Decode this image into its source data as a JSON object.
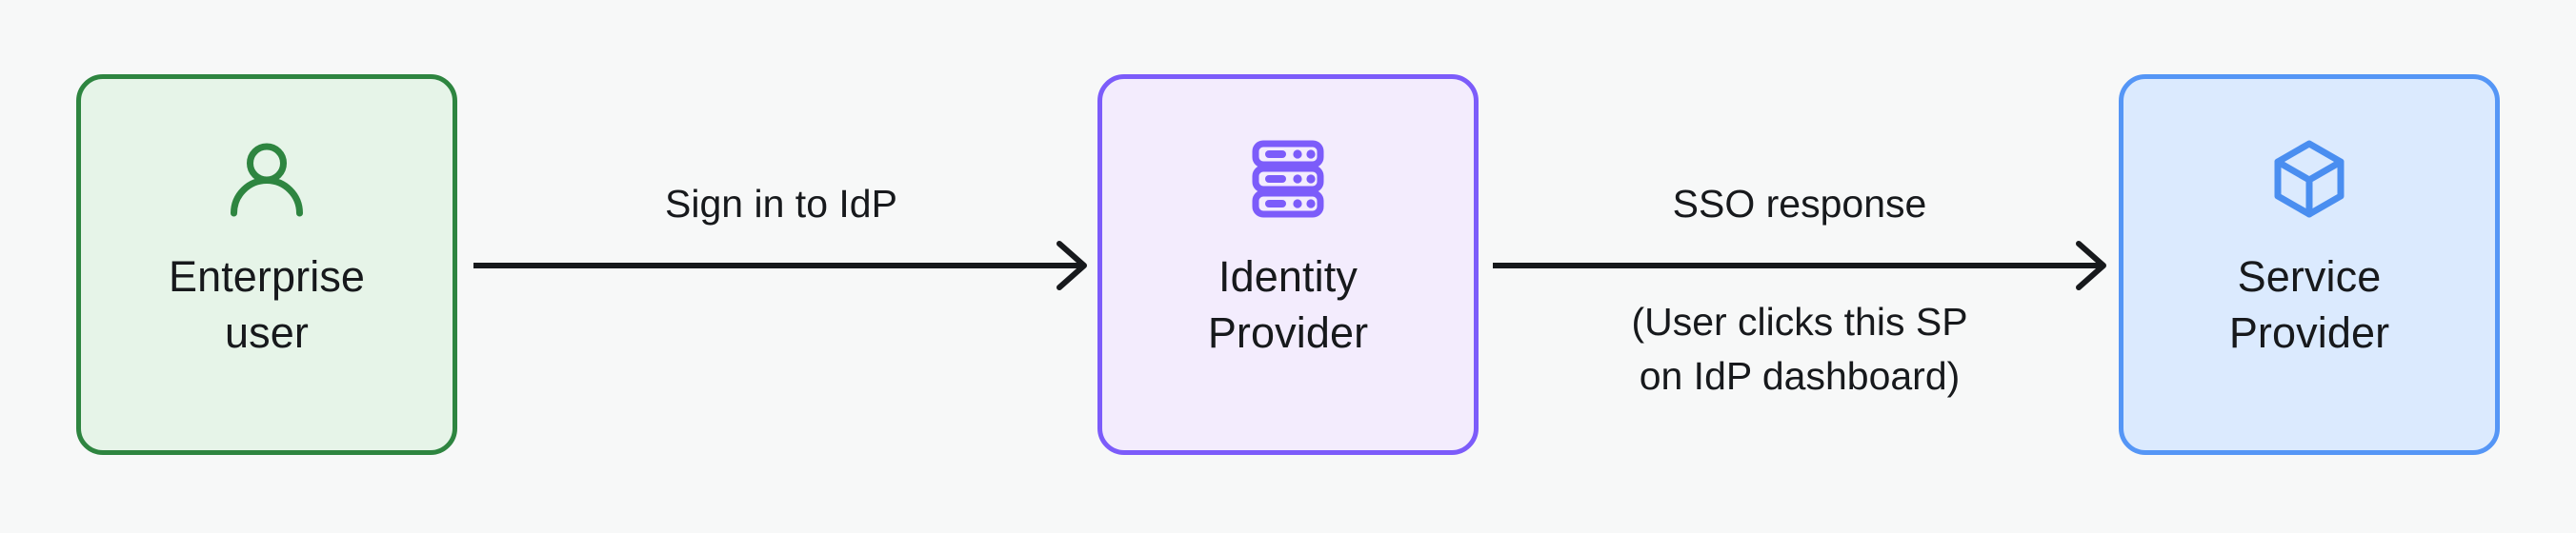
{
  "diagram": {
    "background_color": "#f7f8f8",
    "text_color": "#17191c",
    "nodes": [
      {
        "id": "enterprise-user",
        "label": "Enterprise\nuser",
        "icon": "user-icon",
        "fill_color": "#e6f4e8",
        "border_color": "#2e8540",
        "icon_color": "#2e8540"
      },
      {
        "id": "identity-provider",
        "label": "Identity\nProvider",
        "icon": "server-rack-icon",
        "fill_color": "#f3ecfd",
        "border_color": "#7c5cfa",
        "icon_color": "#7c5cfa"
      },
      {
        "id": "service-provider",
        "label": "Service\nProvider",
        "icon": "cube-icon",
        "fill_color": "#dbeafe",
        "border_color": "#5596f6",
        "icon_color": "#4a8ef0"
      }
    ],
    "edges": [
      {
        "id": "user-to-idp",
        "from": "enterprise-user",
        "to": "identity-provider",
        "label": "Sign in to IdP",
        "sublabel": "",
        "direction": "right",
        "color": "#17191c"
      },
      {
        "id": "idp-to-sp",
        "from": "identity-provider",
        "to": "service-provider",
        "label": "SSO response",
        "sublabel": "(User clicks this SP\non IdP dashboard)",
        "direction": "right",
        "color": "#17191c"
      }
    ]
  }
}
